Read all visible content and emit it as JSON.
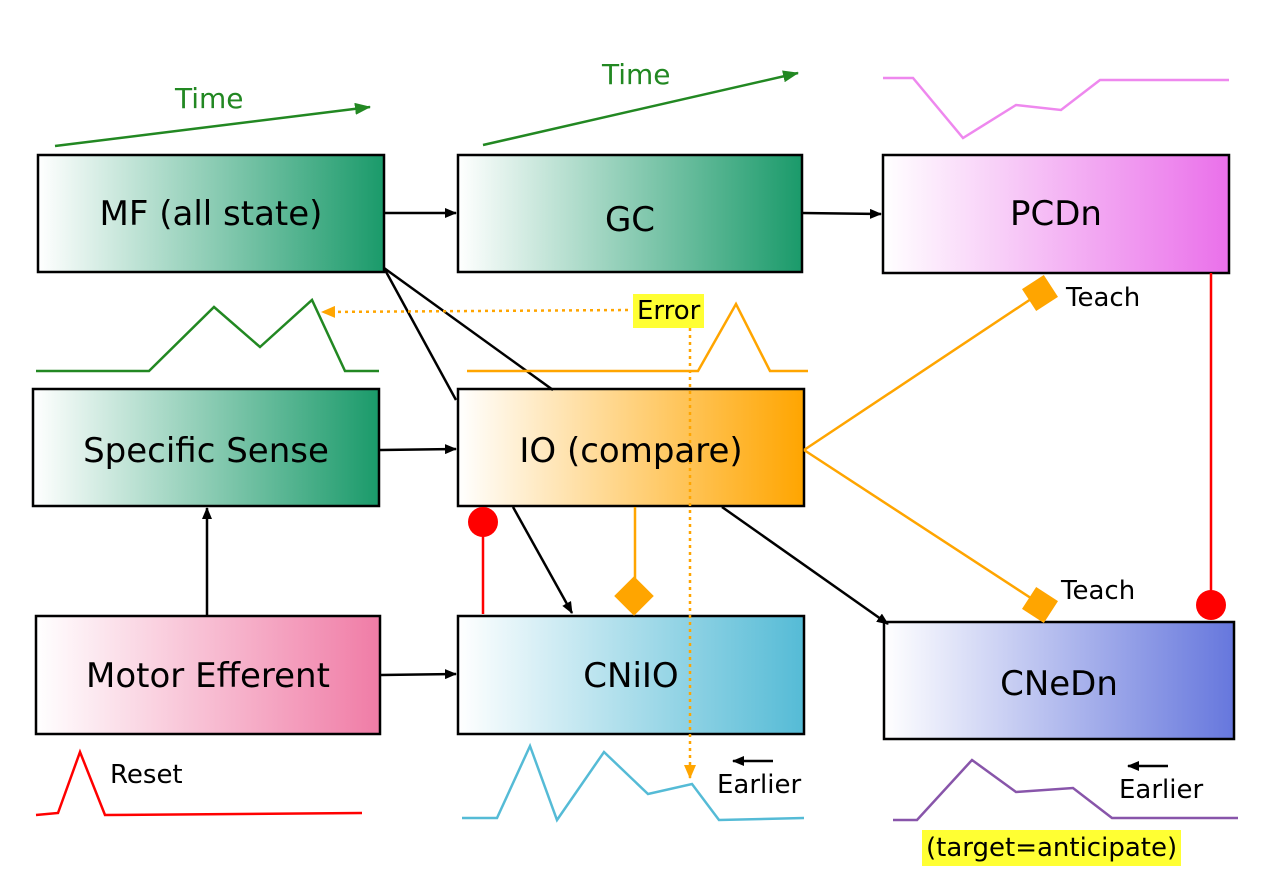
{
  "boxes": {
    "mf": "MF (all state)",
    "gc": "GC",
    "pcdn": "PCDn",
    "specific_sense": "Specific Sense",
    "io": "IO (compare)",
    "motor_efferent": "Motor Efferent",
    "cniio": "CNiIO",
    "cnedn": "CNeDn"
  },
  "labels": {
    "time_1": "Time",
    "time_2": "Time",
    "error": "Error",
    "teach_top": "Teach",
    "teach_bottom": "Teach",
    "reset": "Reset",
    "earlier_1": "Earlier",
    "earlier_2": "Earlier",
    "target": "(target=anticipate)"
  },
  "colors": {
    "green": "#1a9a6a",
    "pink": "#f080a8",
    "magenta": "#ee78ee",
    "orange": "#ffa500",
    "cyan": "#55bbd6",
    "blue": "#6677dd",
    "red": "#ff0000",
    "time_green": "#228822",
    "highlight": "#ffff33"
  }
}
